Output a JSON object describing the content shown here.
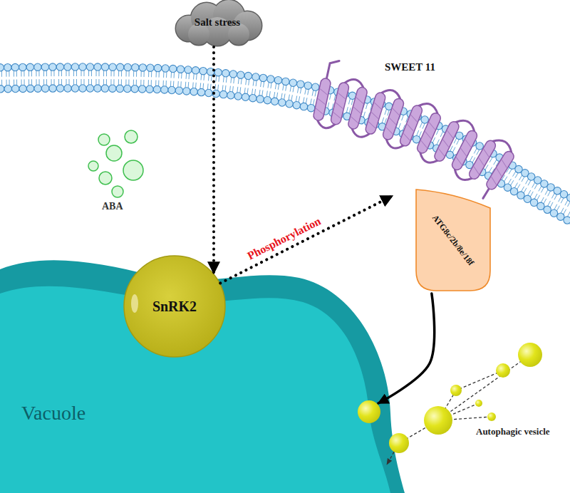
{
  "diagram": {
    "nodes": [
      {
        "text": [
          "Salt stress"
        ]
      },
      {
        "text": [
          "SWEET 11"
        ]
      },
      {
        "text": [
          "SnRK2"
        ]
      },
      {
        "text": [
          "ATG8c/2b/8e/18f"
        ]
      },
      {
        "text": [
          "Vacuole"
        ]
      }
    ],
    "edges": [
      {
        "from": 0,
        "to": 2,
        "arrow": "to"
      },
      {
        "from": 2,
        "to": 1,
        "arrow": "to",
        "label": "Phosphorylation"
      },
      {
        "from": 3,
        "to": 4,
        "arrow": "to"
      }
    ],
    "labels": [
      "ABA",
      "Autophagic vesicle"
    ]
  }
}
